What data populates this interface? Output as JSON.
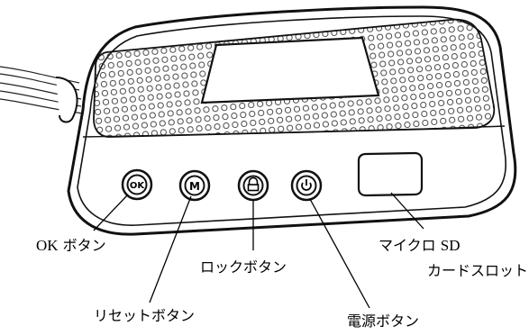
{
  "device": {
    "name": "device-with-buttons",
    "buttons": [
      {
        "key": "ok",
        "glyph": "OK",
        "icon": "ok-icon"
      },
      {
        "key": "menu",
        "glyph": "M",
        "icon": "m-icon"
      },
      {
        "key": "lock",
        "glyph": "",
        "icon": "lock-icon"
      },
      {
        "key": "power",
        "glyph": "",
        "icon": "power-icon"
      }
    ]
  },
  "labels": {
    "ok": {
      "latin": "OK",
      "jp": " ボタン"
    },
    "reset": "リセットボタン",
    "lock": "ロックボタン",
    "power": "電源ボタン",
    "sd_line1_jp": "マイクロ ",
    "sd_line1_latin": "SD",
    "sd_line2": "カードスロット"
  }
}
